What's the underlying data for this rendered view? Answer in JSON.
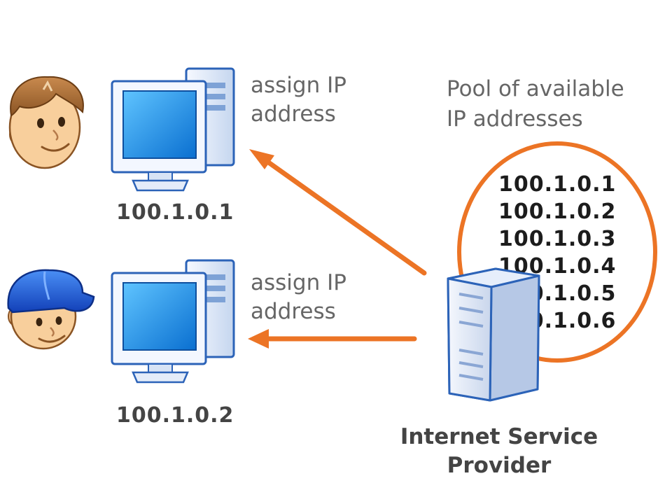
{
  "clients": [
    {
      "ip": "100.1.0.1",
      "label_line1": "assign IP",
      "label_line2": "address"
    },
    {
      "ip": "100.1.0.2",
      "label_line1": "assign IP",
      "label_line2": "address"
    }
  ],
  "pool": {
    "title_line1": "Pool of available",
    "title_line2": "IP addresses",
    "addresses": [
      "100.1.0.1",
      "100.1.0.2",
      "100.1.0.3",
      "100.1.0.4",
      "100.1.0.5",
      "100.1.0.6"
    ]
  },
  "server": {
    "label_line1": "Internet Service",
    "label_line2": "Provider"
  },
  "icons": [
    "person-brown-hair-icon",
    "person-blue-cap-icon",
    "desktop-computer-icon",
    "server-tower-icon"
  ],
  "colors": {
    "arrow": "#ec7425",
    "pool_ring": "#ec7425",
    "screen": "#1f8fe3",
    "label_text": "#666666"
  }
}
